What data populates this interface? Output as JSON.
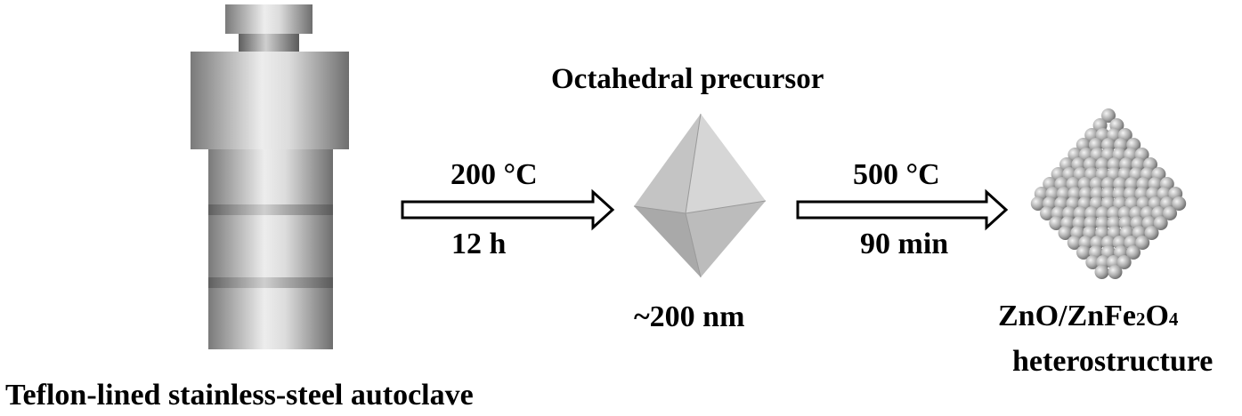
{
  "autoclave": {
    "label": "Teflon-lined stainless-steel autoclave"
  },
  "step1": {
    "temperature": "200 °C",
    "duration": "12 h"
  },
  "precursor": {
    "title": "Octahedral precursor",
    "size": "~200 nm"
  },
  "step2": {
    "temperature": "500 °C",
    "duration": "90 min"
  },
  "product": {
    "formula_prefix": "ZnO/ZnFe",
    "formula_sub1": "2",
    "formula_mid": "O",
    "formula_sub2": "4",
    "label_line2": "heterostructure"
  },
  "colors": {
    "text": "#000000",
    "metal_dark": "#6f6f6f",
    "metal_light": "#ececec",
    "crystal": "#b9b9b9"
  }
}
